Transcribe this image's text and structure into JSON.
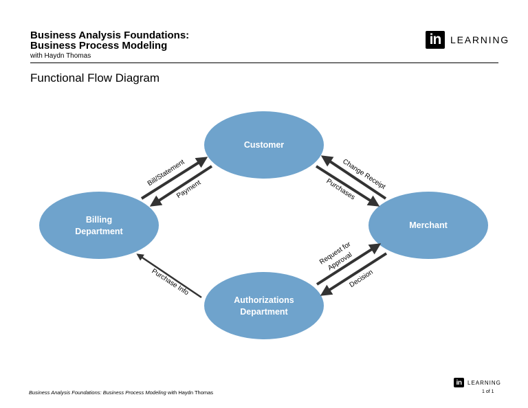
{
  "header": {
    "title_line1": "Business Analysis Foundations:",
    "title_line2": "Business Process Modeling",
    "subtitle": "with Haydn Thomas",
    "brand_box": "in",
    "brand_word": "LEARNING"
  },
  "page_title": "Functional Flow Diagram",
  "diagram": {
    "node_color": "#6fa3cc",
    "nodes": {
      "customer": {
        "lines": [
          "Customer"
        ]
      },
      "billing": {
        "lines": [
          "Billing",
          "Department"
        ]
      },
      "merchant": {
        "lines": [
          "Merchant"
        ]
      },
      "authorizations": {
        "lines": [
          "Authorizations",
          "Department"
        ]
      }
    },
    "edges": {
      "bill_statement": {
        "from": "Billing Department",
        "to": "Customer",
        "label": "Bill/Statement"
      },
      "payment": {
        "from": "Customer",
        "to": "Billing Department",
        "label": "Payment"
      },
      "change_receipt": {
        "from": "Merchant",
        "to": "Customer",
        "label": "Change Receipt"
      },
      "purchases": {
        "from": "Customer",
        "to": "Merchant",
        "label": "Purchases"
      },
      "request_approval": {
        "from": "Authorizations Department",
        "to": "Merchant",
        "label_lines": [
          "Request for",
          "Approval"
        ]
      },
      "decision": {
        "from": "Merchant",
        "to": "Authorizations Department",
        "label": "Decision"
      },
      "purchase_info": {
        "from": "Authorizations Department",
        "to": "Billing Department",
        "label": "Purchase Info"
      }
    }
  },
  "footer": {
    "course_italic": "Business Analysis Foundations: Business Process Modeling",
    "author": " with Haydn Thomas",
    "brand_box": "in",
    "brand_word": "LEARNING",
    "page": "1 of 1"
  }
}
